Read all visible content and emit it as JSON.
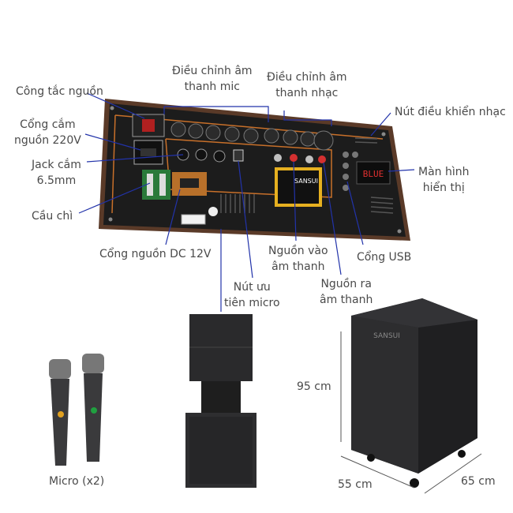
{
  "labels": {
    "power_switch": "Công tắc nguồn",
    "mic_adjust": [
      "Điều chỉnh âm",
      "thanh mic"
    ],
    "music_adjust": [
      "Điều chỉnh âm",
      "thanh nhạc"
    ],
    "music_control": "Nút điều khiển nhạc",
    "power_socket": [
      "Cổng cắm",
      "nguồn 220V"
    ],
    "jack": [
      "Jack cắm",
      "6.5mm"
    ],
    "fuse": "Cầu chì",
    "display": [
      "Màn hình",
      "hiển thị"
    ],
    "dc_port": "Cổng nguồn DC 12V",
    "audio_in": [
      "Nguồn vào",
      "âm thanh"
    ],
    "usb": "Cổng USB",
    "mic_priority": [
      "Nút ưu",
      "tiên micro"
    ],
    "audio_out": [
      "Nguồn ra",
      "âm thanh"
    ]
  },
  "product": {
    "microphones": "Micro (x2)",
    "height": "95 cm",
    "width": "55 cm",
    "depth": "65 cm",
    "display_text": "BLUE",
    "brand": "SANSUI"
  },
  "colors": {
    "leader_line": "#2233aa",
    "panel": "#1a1a1a",
    "panel_trim": "#c8702a",
    "speaker": "#2a2a2c"
  }
}
